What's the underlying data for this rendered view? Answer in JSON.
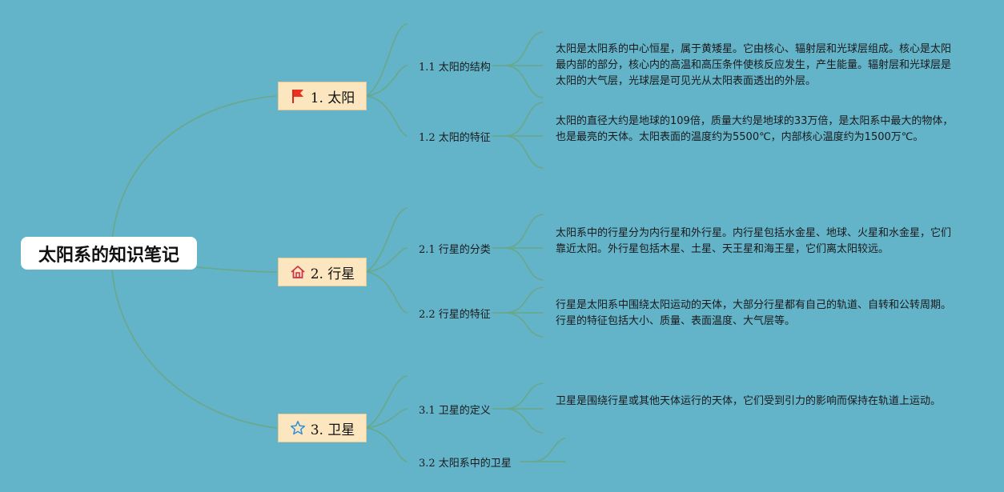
{
  "root": {
    "title": "太阳系的知识笔记"
  },
  "branches": [
    {
      "label": "1. 太阳",
      "icon": "red-flag-icon",
      "subs": [
        {
          "label": "1.1 太阳的结构",
          "note": "太阳是太阳系的中心恒星，属于黄矮星。它由核心、辐射层和光球层组成。核心是太阳最内部的部分，核心内的高温和高压条件使核反应发生，产生能量。辐射层和光球层是太阳的大气层，光球层是可见光从太阳表面透出的外层。"
        },
        {
          "label": "1.2 太阳的特征",
          "note": "太阳的直径大约是地球的109倍，质量大约是地球的33万倍，是太阳系中最大的物体，也是最亮的天体。太阳表面的温度约为5500℃，内部核心温度约为1500万℃。"
        }
      ]
    },
    {
      "label": "2. 行星",
      "icon": "house-icon",
      "subs": [
        {
          "label": "2.1 行星的分类",
          "note": "太阳系中的行星分为内行星和外行星。内行星包括水金星、地球、火星和水金星，它们靠近太阳。外行星包括木星、土星、天王星和海王星，它们离太阳较远。"
        },
        {
          "label": "2.2 行星的特征",
          "note": "行星是太阳系中围绕太阳运动的天体，大部分行星都有自己的轨道、自转和公转周期。行星的特征包括大小、质量、表面温度、大气层等。"
        }
      ]
    },
    {
      "label": "3. 卫星",
      "icon": "star-outline-icon",
      "subs": [
        {
          "label": "3.1 卫星的定义",
          "note": "卫星是围绕行星或其他天体运行的天体，它们受到引力的影响而保持在轨道上运动。"
        },
        {
          "label": "3.2 太阳系中的卫星",
          "note": ""
        }
      ]
    }
  ],
  "colors": {
    "background": "#63b3c9",
    "connector": "#6aa889",
    "branch_fill": "#fbe6bf"
  }
}
